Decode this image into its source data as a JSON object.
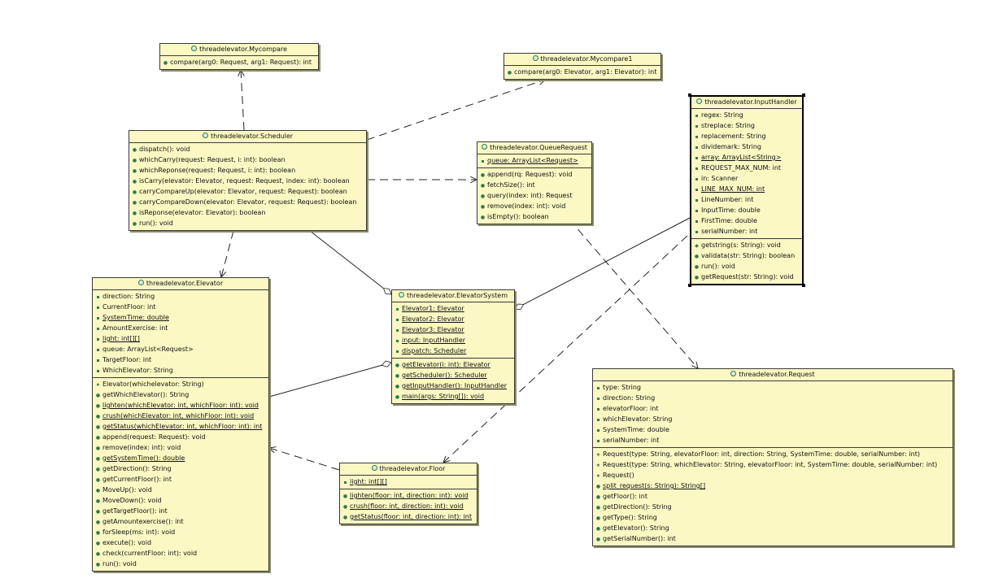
{
  "classes": [
    {
      "key": "mycompare",
      "name": "threadelevator.Mycompare",
      "attributes": [],
      "operations": [
        {
          "vis": "public",
          "text": "compare(arg0: Request, arg1: Request): int"
        }
      ]
    },
    {
      "key": "mycompare1",
      "name": "threadelevator.Mycompare1",
      "attributes": [],
      "operations": [
        {
          "vis": "public",
          "text": "compare(arg0: Elevator, arg1: Elevator): int"
        }
      ]
    },
    {
      "key": "scheduler",
      "name": "threadelevator.Scheduler",
      "attributes": [],
      "operations": [
        {
          "vis": "public",
          "text": "dispatch(): void"
        },
        {
          "vis": "public",
          "text": "whichCarry(request: Request, i: int): boolean"
        },
        {
          "vis": "public",
          "text": "whichReponse(request: Request, i: int): boolean"
        },
        {
          "vis": "public",
          "text": "isCarry(elevator: Elevator, request: Request, index: int): boolean"
        },
        {
          "vis": "public",
          "text": "carryCompareUp(elevator: Elevator, request: Request): boolean"
        },
        {
          "vis": "public",
          "text": "carryCompareDown(elevator: Elevator, request: Request): boolean"
        },
        {
          "vis": "public",
          "text": "isReponse(elevator: Elevator): boolean"
        },
        {
          "vis": "public",
          "text": "run(): void"
        }
      ]
    },
    {
      "key": "queuerequest",
      "name": "threadelevator.QueueRequest",
      "attributes": [
        {
          "vis": "private",
          "text": "queue: ArrayList<Request>",
          "static": true
        }
      ],
      "operations": [
        {
          "vis": "public",
          "text": "append(rq: Request): void"
        },
        {
          "vis": "public",
          "text": "fetchSize(): int"
        },
        {
          "vis": "public",
          "text": "query(index: int): Request"
        },
        {
          "vis": "public",
          "text": "remove(index: int): void"
        },
        {
          "vis": "public",
          "text": "isEmpty(): boolean"
        }
      ]
    },
    {
      "key": "inputhandler",
      "name": "threadelevator.InputHandler",
      "attributes": [
        {
          "vis": "private",
          "text": "regex: String"
        },
        {
          "vis": "private",
          "text": "streplace: String"
        },
        {
          "vis": "private",
          "text": "replacement: String"
        },
        {
          "vis": "private",
          "text": "dividemark: String"
        },
        {
          "vis": "private",
          "text": "array: ArrayList<String>",
          "static": true
        },
        {
          "vis": "private",
          "text": "REQUEST_MAX_NUM: int"
        },
        {
          "vis": "private",
          "text": "in: Scanner"
        },
        {
          "vis": "private",
          "text": "LINE_MAX_NUM: int",
          "static": true
        },
        {
          "vis": "private",
          "text": "LineNumber: int"
        },
        {
          "vis": "private",
          "text": "InputTime: double"
        },
        {
          "vis": "private",
          "text": "FirstTime: double"
        },
        {
          "vis": "private",
          "text": "serialNumber: int"
        }
      ],
      "operations": [
        {
          "vis": "protected",
          "text": "getstring(s: String): void"
        },
        {
          "vis": "public",
          "text": "validata(str: String): boolean"
        },
        {
          "vis": "public",
          "text": "run(): void"
        },
        {
          "vis": "public",
          "text": "getRequest(str: String): void"
        }
      ]
    },
    {
      "key": "elevator",
      "name": "threadelevator.Elevator",
      "attributes": [
        {
          "vis": "private",
          "text": "direction: String"
        },
        {
          "vis": "private",
          "text": "CurrentFloor: int"
        },
        {
          "vis": "private",
          "text": "SystemTime: double",
          "static": true
        },
        {
          "vis": "private",
          "text": "AmountExercise: int"
        },
        {
          "vis": "private",
          "text": "light: int[][]",
          "static": true
        },
        {
          "vis": "private",
          "text": "queue: ArrayList<Request>"
        },
        {
          "vis": "private",
          "text": "TargetFloor: int"
        },
        {
          "vis": "private",
          "text": "WhichElevator: String"
        }
      ],
      "operations": [
        {
          "vis": "constructor",
          "text": "Elevator(whichelevator: String)"
        },
        {
          "vis": "public",
          "text": "getWhichElevator(): String"
        },
        {
          "vis": "public",
          "text": "lighten(whichElevator: int, whichFloor: int): void",
          "static": true
        },
        {
          "vis": "public",
          "text": "crush(whichElevator: int, whichFloor: int): void",
          "static": true
        },
        {
          "vis": "public",
          "text": "getStatus(whichElevator: int, whichFloor: int): int",
          "static": true
        },
        {
          "vis": "public",
          "text": "append(request: Request): void"
        },
        {
          "vis": "public",
          "text": "remove(index: int): void"
        },
        {
          "vis": "public",
          "text": "getSystemTime(): double",
          "static": true
        },
        {
          "vis": "public",
          "text": "getDirection(): String"
        },
        {
          "vis": "public",
          "text": "getCurrentFloor(): int"
        },
        {
          "vis": "public",
          "text": "MoveUp(): void"
        },
        {
          "vis": "public",
          "text": "MoveDown(): void"
        },
        {
          "vis": "public",
          "text": "getTargetFloor(): int"
        },
        {
          "vis": "public",
          "text": "getAmountexercise(): int"
        },
        {
          "vis": "public",
          "text": "forSleep(ms: int): void"
        },
        {
          "vis": "public",
          "text": "execute(): void"
        },
        {
          "vis": "public",
          "text": "check(currentFloor: int): void"
        },
        {
          "vis": "public",
          "text": "run(): void"
        }
      ]
    },
    {
      "key": "elevatorsystem",
      "name": "threadelevator.ElevatorSystem",
      "attributes": [
        {
          "vis": "private",
          "text": "Elevator1: Elevator",
          "static": true
        },
        {
          "vis": "private",
          "text": "Elevator2: Elevator",
          "static": true
        },
        {
          "vis": "private",
          "text": "Elevator3: Elevator",
          "static": true
        },
        {
          "vis": "private",
          "text": "input: InputHandler",
          "static": true
        },
        {
          "vis": "private",
          "text": "dispatch: Scheduler",
          "static": true
        }
      ],
      "operations": [
        {
          "vis": "public",
          "text": "getElevator(i: int): Elevator",
          "static": true
        },
        {
          "vis": "public",
          "text": "getScheduler(): Scheduler",
          "static": true
        },
        {
          "vis": "public",
          "text": "getInputHandler(): InputHandler",
          "static": true
        },
        {
          "vis": "public",
          "text": "main(args: String[]): void",
          "static": true
        }
      ]
    },
    {
      "key": "floor",
      "name": "threadelevator.Floor",
      "attributes": [
        {
          "vis": "private",
          "text": "light: int[][]",
          "static": true
        }
      ],
      "operations": [
        {
          "vis": "public",
          "text": "lighten(floor: int, direction: int): void",
          "static": true
        },
        {
          "vis": "public",
          "text": "crush(floor: int, direction: int): void",
          "static": true
        },
        {
          "vis": "public",
          "text": "getStatus(floor: int, direction: int): int",
          "static": true
        }
      ]
    },
    {
      "key": "request",
      "name": "threadelevator.Request",
      "attributes": [
        {
          "vis": "private",
          "text": "type: String"
        },
        {
          "vis": "private",
          "text": "direction: String"
        },
        {
          "vis": "private",
          "text": "elevatorFloor: int"
        },
        {
          "vis": "private",
          "text": "whichElevator: String"
        },
        {
          "vis": "private",
          "text": "SystemTime: double"
        },
        {
          "vis": "private",
          "text": "serialNumber: int"
        }
      ],
      "operations": [
        {
          "vis": "constructor",
          "text": "Request(type: String, elevatorFloor: int, direction: String, SystemTime: double, serialNumber: int)"
        },
        {
          "vis": "constructor",
          "text": "Request(type: String, whichElevator: String, elevatorFloor: int, SystemTime: double, serialNumber: int)"
        },
        {
          "vis": "constructor",
          "text": "Request()"
        },
        {
          "vis": "public",
          "text": "split_request(s: String): String[]",
          "static": true
        },
        {
          "vis": "public",
          "text": "getFloor(): int"
        },
        {
          "vis": "public",
          "text": "getDirection(): String"
        },
        {
          "vis": "public",
          "text": "getType(): String"
        },
        {
          "vis": "public",
          "text": "getElevator(): String"
        },
        {
          "vis": "public",
          "text": "getSerialNumber(): int"
        }
      ]
    }
  ],
  "relations": [
    {
      "type": "dependency",
      "from": "scheduler",
      "to": "mycompare"
    },
    {
      "type": "dependency",
      "from": "scheduler",
      "to": "mycompare1"
    },
    {
      "type": "dependency",
      "from": "scheduler",
      "to": "queuerequest"
    },
    {
      "type": "dependency",
      "from": "scheduler",
      "to": "elevator"
    },
    {
      "type": "aggregation",
      "from": "scheduler",
      "to": "elevatorsystem"
    },
    {
      "type": "aggregation",
      "from": "inputhandler",
      "to": "elevatorsystem"
    },
    {
      "type": "aggregation",
      "from": "elevator",
      "to": "elevatorsystem"
    },
    {
      "type": "dependency",
      "from": "queuerequest",
      "to": "request"
    },
    {
      "type": "dependency",
      "from": "inputhandler",
      "to": "floor"
    },
    {
      "type": "dependency",
      "from": "floor",
      "to": "elevator"
    }
  ],
  "colors": {
    "class_fill": "#fbf8c4",
    "border": "#3a3a3a",
    "icon": "#2f7a4e"
  },
  "selected_class": "inputhandler"
}
